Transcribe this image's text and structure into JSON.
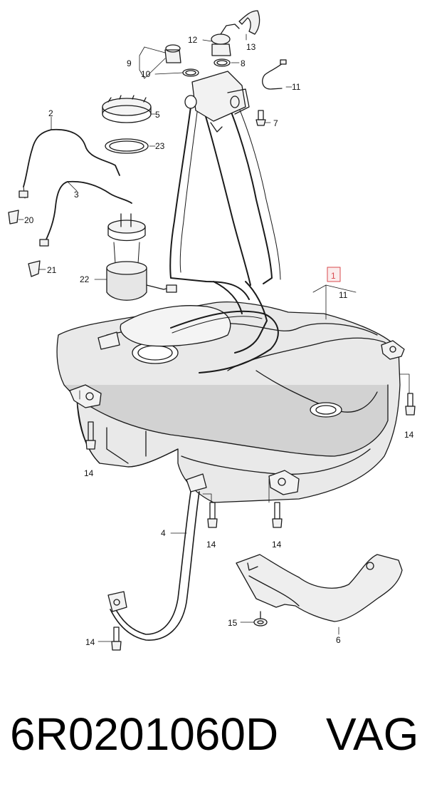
{
  "diagram": {
    "callouts": {
      "c1": "1",
      "c2": "2",
      "c3": "3",
      "c4": "4",
      "c5": "5",
      "c6": "6",
      "c7": "7",
      "c8": "8",
      "c9": "9",
      "c10": "10",
      "c11a": "11",
      "c11b": "11",
      "c12": "12",
      "c13": "13",
      "c14a": "14",
      "c14b": "14",
      "c14c": "14",
      "c14d": "14",
      "c14e": "14",
      "c15": "15",
      "c20": "20",
      "c21": "21",
      "c22": "22",
      "c23": "23"
    },
    "colors": {
      "line": "#1a1a1a",
      "tank_fill": "#e9e9e9",
      "tank_shade": "#d2d2d2",
      "highlight": "#d9484e"
    }
  },
  "footer": {
    "part_number": "6R0201060D",
    "brand": "VAG"
  }
}
